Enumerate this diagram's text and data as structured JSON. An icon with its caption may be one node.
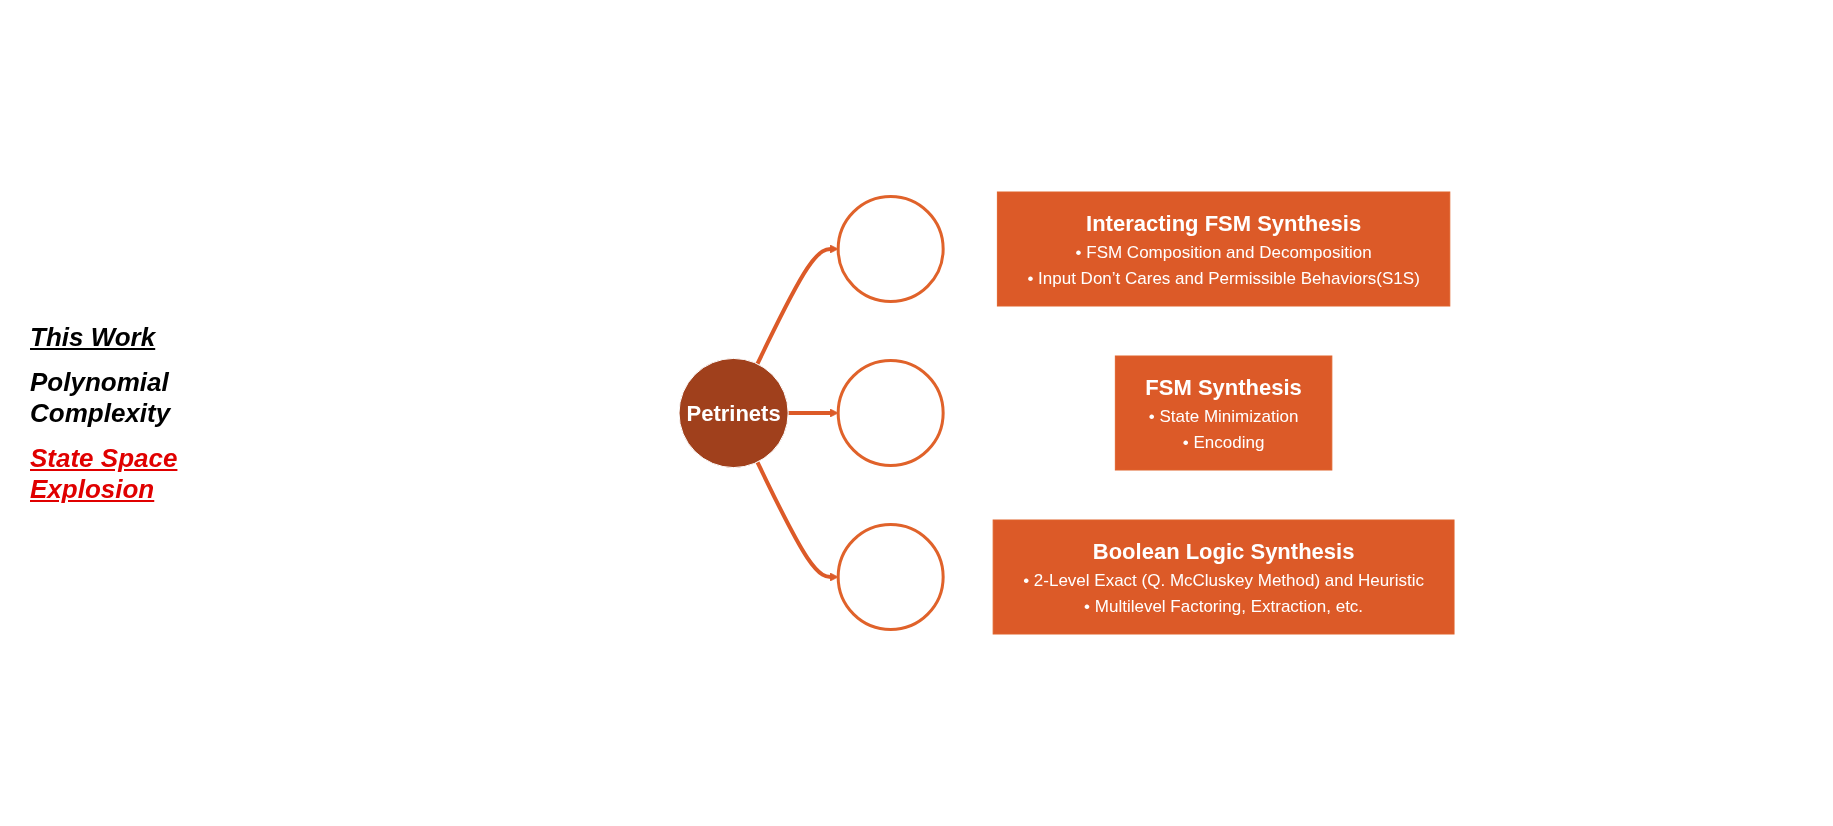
{
  "diagram": {
    "nodes": [
      {
        "text": [
          "Petrinets"
        ]
      },
      {
        "text": [],
        "shape": "circle"
      },
      {
        "text": [
          "Interacting FSM Synthesis",
          "• FSM Composition and Decomposition",
          "• Input Don’t Cares and Permissible Behaviors(S1S)"
        ]
      },
      {
        "text": [],
        "shape": "circle"
      },
      {
        "text": [
          "FSM Synthesis",
          "• State Minimization",
          "• Encoding"
        ]
      },
      {
        "text": [],
        "shape": "circle"
      },
      {
        "text": [
          "Boolean Logic Synthesis",
          "• 2-Level Exact (Q. McCluskey Method) and Heuristic",
          "• Multilevel Factoring, Extraction, etc."
        ]
      }
    ],
    "edges": [
      {
        "from": 0,
        "to": 1,
        "arrow": "to"
      },
      {
        "from": 0,
        "to": 3,
        "arrow": "to"
      },
      {
        "from": 0,
        "to": 5,
        "arrow": "to"
      }
    ],
    "labels": [
      "This Work",
      "Polynomial Complexity",
      "State Space Explosion"
    ]
  }
}
